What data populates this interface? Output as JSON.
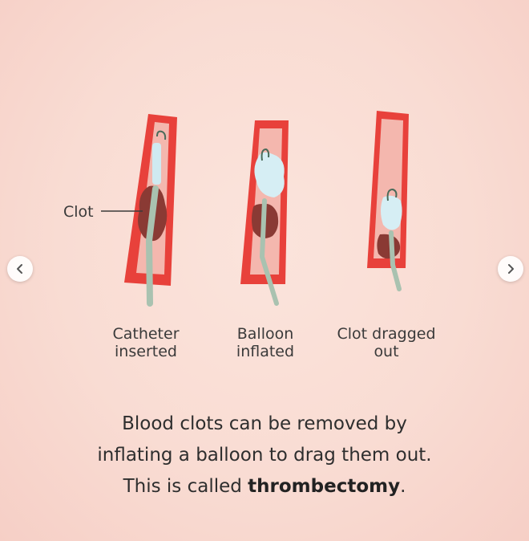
{
  "labels": {
    "clot": "Clot",
    "step1": [
      "Catheter",
      "inserted"
    ],
    "step2": [
      "Balloon",
      "inflated"
    ],
    "step3": [
      "Clot dragged",
      "out"
    ]
  },
  "body": {
    "line1": "Blood clots can be removed by",
    "line2": "inflating a balloon to drag them out.",
    "line3_prefix": "This is called ",
    "line3_bold": "thrombectomy",
    "line3_suffix": "."
  },
  "nav": {
    "prev_icon": "chevron-left-icon",
    "next_icon": "chevron-right-icon"
  },
  "colors": {
    "background": "#f9dcd3",
    "vessel": "#e8413b",
    "vessel_inner": "#f6c7c0",
    "clot": "#8a3a34",
    "balloon": "#cde9ef",
    "catheter": "#a9c2b0",
    "text": "#2e2e2e"
  }
}
